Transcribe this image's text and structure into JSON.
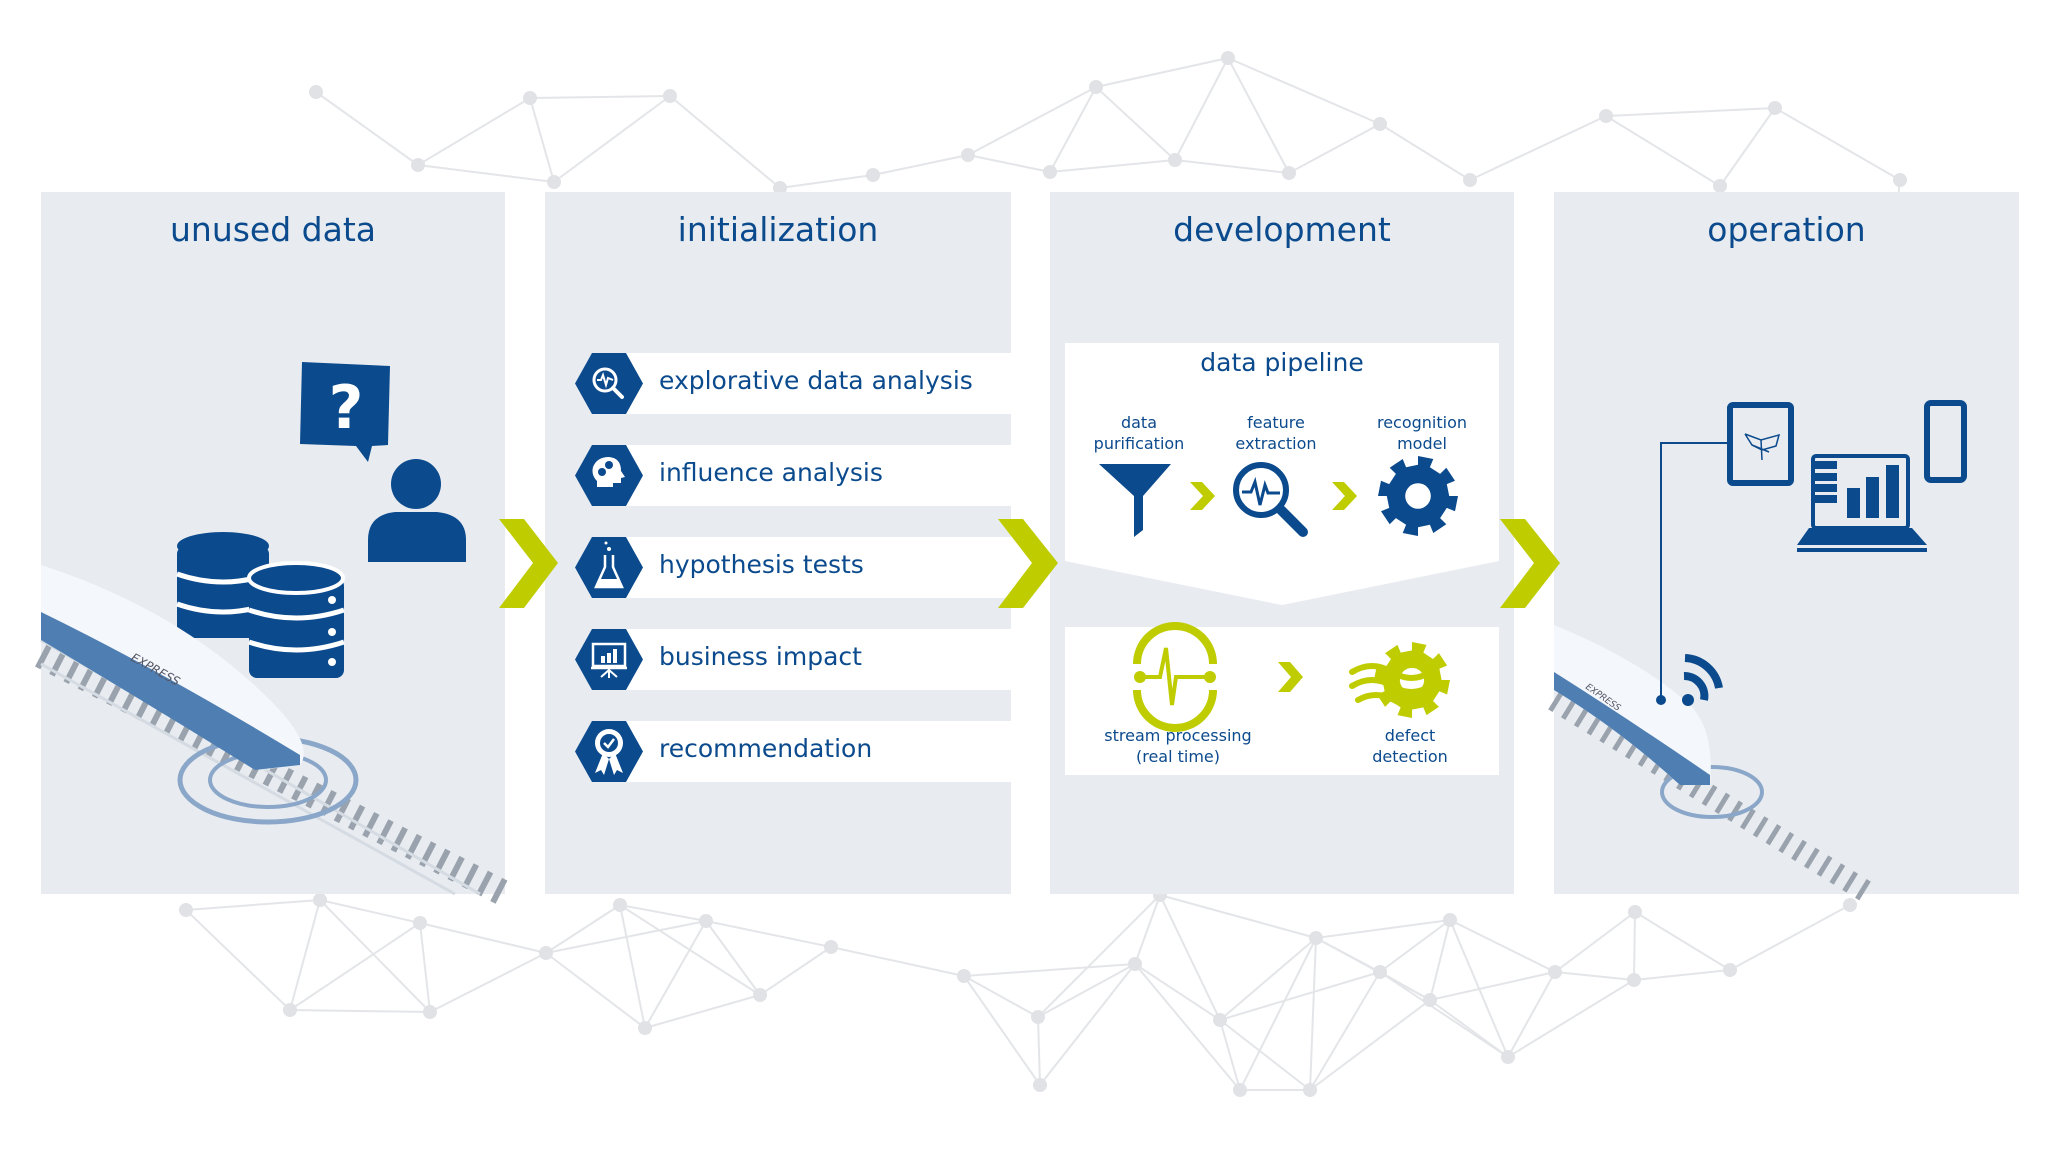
{
  "colors": {
    "brand_blue": "#0b4a8d",
    "accent_green": "#bfcc00",
    "panel_bg": "#e8ecf0",
    "network_lines": "#e3e5e8"
  },
  "stages": [
    {
      "title": "unused data"
    },
    {
      "title": "initialization"
    },
    {
      "title": "development"
    },
    {
      "title": "operation"
    }
  ],
  "initialization": {
    "items": [
      {
        "label": "explorative data analysis",
        "icon": "magnifier-pulse-icon"
      },
      {
        "label": "influence analysis",
        "icon": "head-gears-icon"
      },
      {
        "label": "hypothesis tests",
        "icon": "flask-icon"
      },
      {
        "label": "business impact",
        "icon": "presentation-chart-icon"
      },
      {
        "label": "recommendation",
        "icon": "award-check-icon"
      }
    ]
  },
  "development": {
    "pipeline_title": "data pipeline",
    "steps": [
      {
        "line1": "data",
        "line2": "purification",
        "icon": "funnel-icon"
      },
      {
        "line1": "feature",
        "line2": "extraction",
        "icon": "magnifier-pulse-icon"
      },
      {
        "line1": "recognition",
        "line2": "model",
        "icon": "gear-icon"
      }
    ],
    "outputs": [
      {
        "line1": "stream processing",
        "line2": "(real time)",
        "icon": "stream-pulse-icon"
      },
      {
        "line1": "defect",
        "line2": "detection",
        "icon": "gear-waves-icon"
      }
    ]
  },
  "illustration": {
    "train_lettering": "EXPRESS"
  }
}
